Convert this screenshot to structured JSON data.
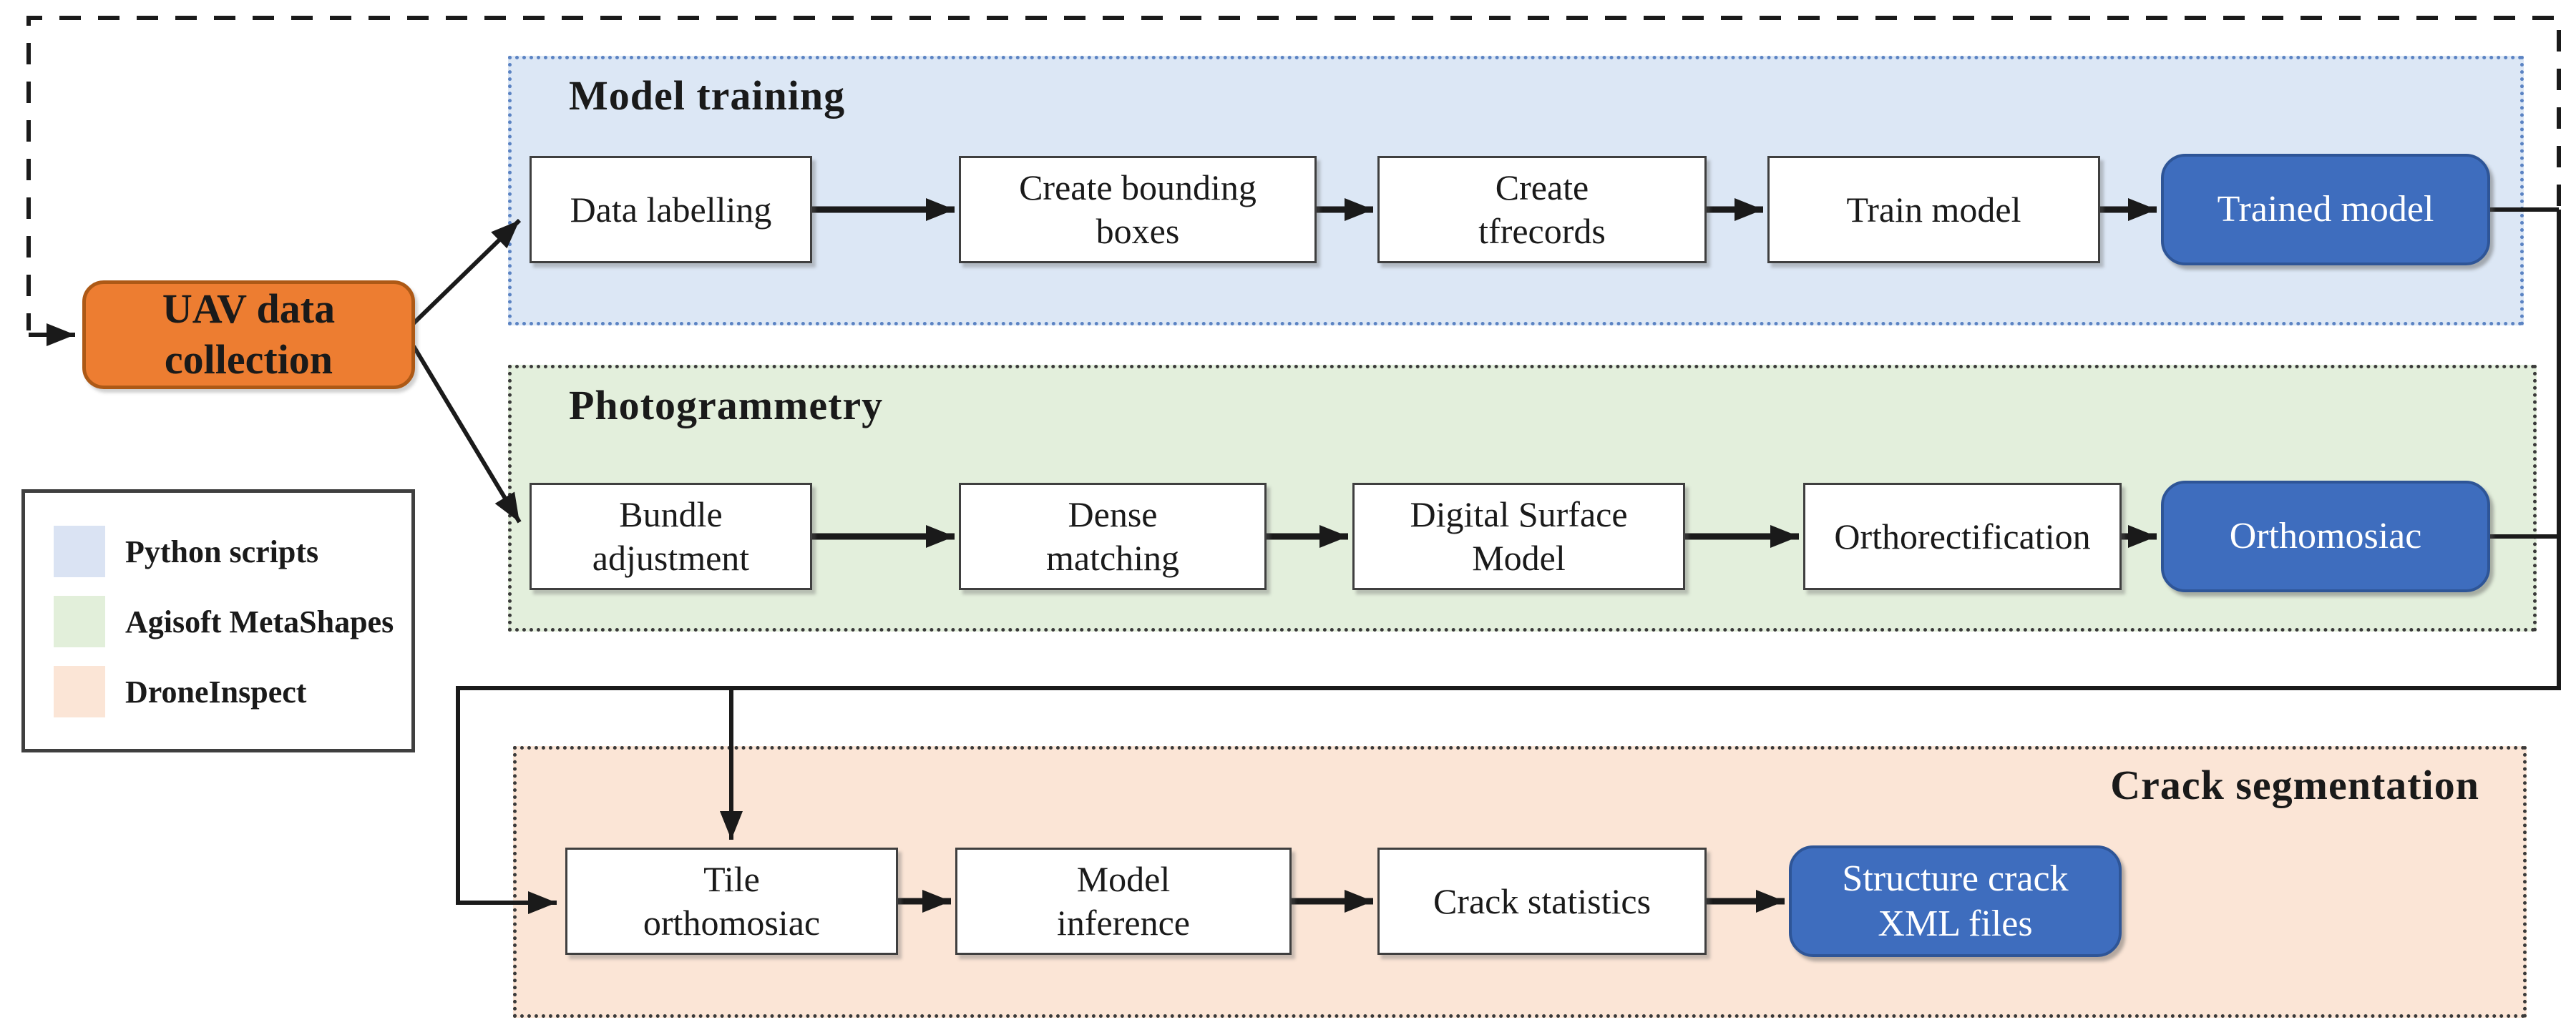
{
  "start_node": {
    "label": "UAV data collection"
  },
  "legend": {
    "items": [
      {
        "label": "Python scripts",
        "color": "#dae3f3"
      },
      {
        "label": "Agisoft MetaShapes",
        "color": "#e2efda"
      },
      {
        "label": "DroneInspect",
        "color": "#fbe5d6"
      }
    ]
  },
  "model_training": {
    "title": "Model training",
    "nodes": [
      "Data labelling",
      "Create bounding boxes",
      "Create tfrecords",
      "Train model"
    ],
    "output": "Trained model"
  },
  "photogrammetry": {
    "title": "Photogrammetry",
    "nodes": [
      "Bundle adjustment",
      "Dense matching",
      "Digital Surface Model",
      "Orthorectification"
    ],
    "output": "Orthomosiac"
  },
  "crack_segmentation": {
    "title": "Crack segmentation",
    "nodes": [
      "Tile orthomosiac",
      "Model inference",
      "Crack statistics"
    ],
    "output": "Structure crack XML files"
  },
  "colors": {
    "start_fill": "#ed7d31",
    "start_border": "#ad5916",
    "output_fill": "#3e6dbe",
    "output_border": "#2e5597",
    "panel_model_training": "#dce7f5",
    "panel_model_training_border": "#5b83c3",
    "panel_photogrammetry": "#e3efdc",
    "panel_crack_segmentation": "#fbe5d6",
    "panel_dark_border": "#3a3a3a",
    "line": "#1a1a1a"
  }
}
